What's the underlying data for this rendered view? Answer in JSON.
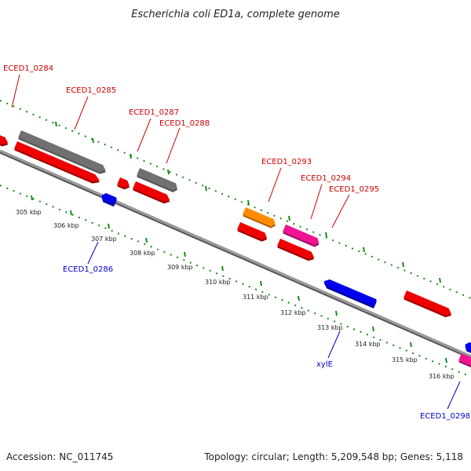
{
  "title": "Escherichia coli ED1a, complete genome",
  "footer": {
    "accession": "Accession: NC_011745",
    "topology": "Topology: circular; Length: 5,209,548 bp; Genes: 5,118"
  },
  "colors": {
    "backbone": "#888888",
    "tick_green": "#1a8a1a",
    "cds_red": "#ee0000",
    "cds_grey": "#707070",
    "cds_blue": "#0000ee",
    "cds_orange": "#ff8c00",
    "cds_pink": "#ee1493",
    "label_red": "#cc0000",
    "label_blue": "#0000cc"
  },
  "kbp_labels": [
    "305 kbp",
    "306 kbp",
    "307 kbp",
    "308 kbp",
    "309 kbp",
    "310 kbp",
    "311 kbp",
    "312 kbp",
    "313 kbp",
    "314 kbp",
    "315 kbp",
    "316 kbp"
  ],
  "gene_labels": [
    {
      "text": "ECED1_0284",
      "color": "red"
    },
    {
      "text": "ECED1_0285",
      "color": "red"
    },
    {
      "text": "ECED1_0287",
      "color": "red"
    },
    {
      "text": "ECED1_0288",
      "color": "red"
    },
    {
      "text": "ECED1_0293",
      "color": "red"
    },
    {
      "text": "ECED1_0294",
      "color": "red"
    },
    {
      "text": "ECED1_0295",
      "color": "red"
    },
    {
      "text": "ECED1_0286",
      "color": "blue"
    },
    {
      "text": "xylE",
      "color": "blue"
    },
    {
      "text": "ECED1_0298",
      "color": "blue"
    }
  ]
}
